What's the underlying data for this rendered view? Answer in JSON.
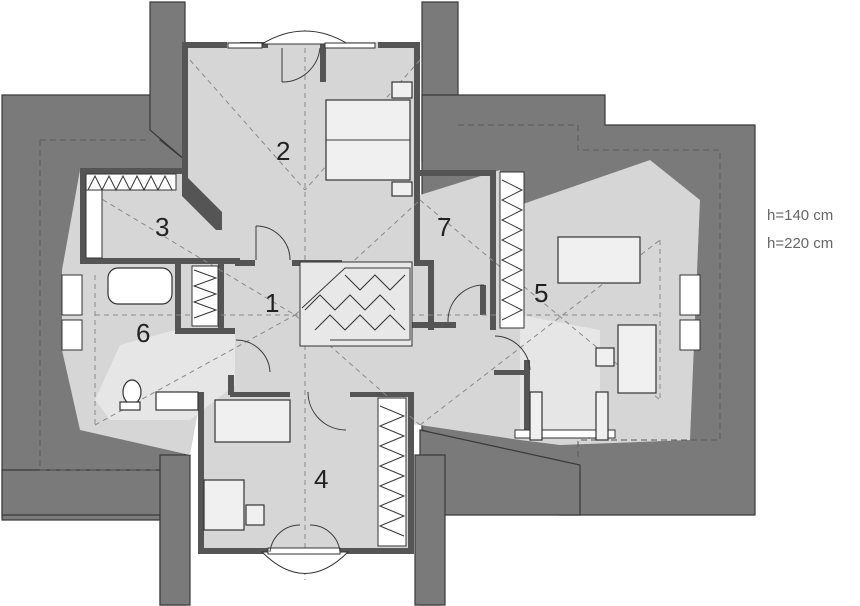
{
  "rooms": [
    {
      "id": "1",
      "label": "1"
    },
    {
      "id": "2",
      "label": "2"
    },
    {
      "id": "3",
      "label": "3"
    },
    {
      "id": "4",
      "label": "4"
    },
    {
      "id": "5",
      "label": "5"
    },
    {
      "id": "6",
      "label": "6"
    },
    {
      "id": "7",
      "label": "7"
    }
  ],
  "legend": {
    "height_low": "h=140 cm",
    "height_high": "h=220 cm"
  },
  "colors": {
    "roof": "#7a7a7a",
    "floor": "#d6d6d6",
    "wall": "#555555"
  }
}
